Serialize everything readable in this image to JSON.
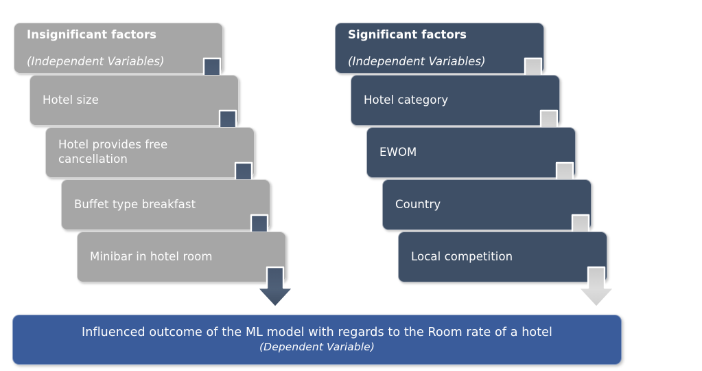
{
  "diagram": {
    "title": "Influenced outcome of the ML model with regards to the Room rate of a hotel",
    "colors": {
      "insignificant_box": "#a6a6a6",
      "significant_box": "#3e4f66",
      "outcome_banner": "#3a5c9b",
      "insignificant_arrow": "#4a5a72",
      "significant_arrow": "#d2d2d2",
      "text": "#ffffff"
    }
  },
  "left_column": {
    "header": {
      "title": "Insignificant factors",
      "subtitle": "(Independent Variables)"
    },
    "items": [
      {
        "label": "Hotel size"
      },
      {
        "label": "Hotel provides free\ncancellation"
      },
      {
        "label": "Buffet type breakfast"
      },
      {
        "label": "Minibar in hotel room"
      }
    ]
  },
  "right_column": {
    "header": {
      "title": "Significant factors",
      "subtitle": "(Independent Variables)"
    },
    "items": [
      {
        "label": "Hotel category"
      },
      {
        "label": "EWOM"
      },
      {
        "label": "Country"
      },
      {
        "label": "Local competition"
      }
    ]
  },
  "outcome": {
    "main": "Influenced outcome of the ML model with regards to the Room rate of a hotel",
    "sub": "(Dependent Variable)"
  },
  "icons": {
    "arrow": "down-arrow-icon"
  }
}
